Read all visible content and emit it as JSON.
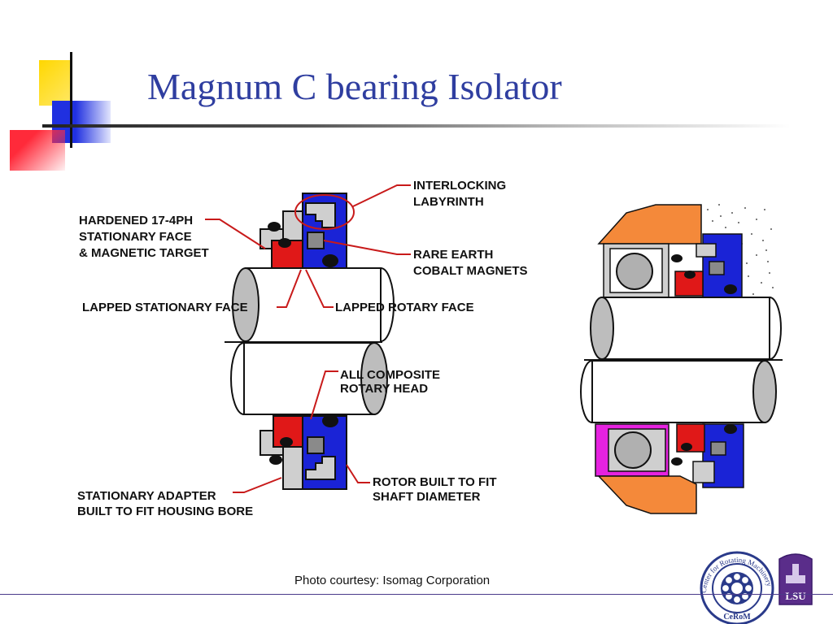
{
  "slide": {
    "title": "Magnum C bearing Isolator",
    "credit": "Photo courtesy: Isomag Corporation"
  },
  "labels": {
    "interlocking_1": "INTERLOCKING",
    "interlocking_2": "LABYRINTH",
    "hardened_1": "HARDENED 17-4PH",
    "hardened_2": "STATIONARY FACE",
    "hardened_3": "& MAGNETIC TARGET",
    "magnets_1": "RARE EARTH",
    "magnets_2": "COBALT MAGNETS",
    "lapped_stationary": "LAPPED STATIONARY FACE",
    "lapped_rotary": "LAPPED ROTARY FACE",
    "composite_1": "ALL COMPOSITE",
    "composite_2": "ROTARY HEAD",
    "rotor_1": "ROTOR BUILT TO FIT",
    "rotor_2": "SHAFT DIAMETER",
    "adapter_1": "STATIONARY ADAPTER",
    "adapter_2": "BUILT TO FIT HOUSING BORE"
  },
  "logos": {
    "cerom_ring_text": "Center for Rotating Machinery",
    "cerom_abbr": "CeRoM",
    "lsu": "LSU"
  },
  "colors": {
    "title": "#2f3ea0",
    "rotor_blue": "#1a23d6",
    "face_red": "#e01818",
    "stator_gray": "#c8c8c8",
    "housing_orange": "#f4893a",
    "bearing_magenta": "#e622e0",
    "leader_red": "#c81a1a"
  }
}
